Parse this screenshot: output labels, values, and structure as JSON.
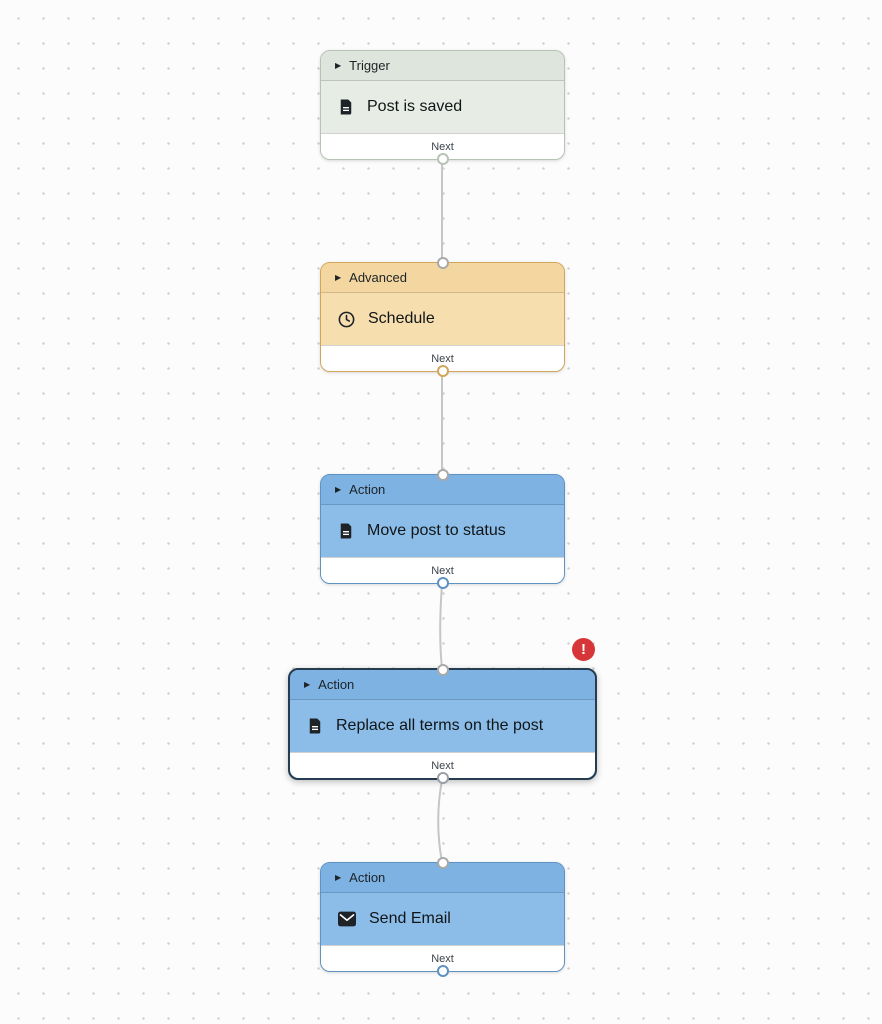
{
  "canvas": {
    "background_color": "#fcfcfc",
    "dot_color": "#d2d2d2"
  },
  "connector_color": "#c6c6c6",
  "error_badge": {
    "symbol": "!",
    "color": "#d63638"
  },
  "nodes": [
    {
      "category": "Trigger",
      "label": "Post is saved",
      "icon": "document-icon",
      "footer_label": "Next",
      "selected": false,
      "has_error": false,
      "colors": {
        "header": "#dde5dc",
        "body": "#e7ece5",
        "border": "#b7c3b5"
      }
    },
    {
      "category": "Advanced",
      "label": "Schedule",
      "icon": "clock-icon",
      "footer_label": "Next",
      "selected": false,
      "has_error": false,
      "colors": {
        "header": "#f4d7a0",
        "body": "#f6deae",
        "border": "#d2a65a"
      }
    },
    {
      "category": "Action",
      "label": "Move post to status",
      "icon": "document-icon",
      "footer_label": "Next",
      "selected": false,
      "has_error": false,
      "colors": {
        "header": "#7db2e2",
        "body": "#8cbde8",
        "border": "#5d92c2"
      }
    },
    {
      "category": "Action",
      "label": "Replace all terms on the post",
      "icon": "document-icon",
      "footer_label": "Next",
      "selected": true,
      "has_error": true,
      "colors": {
        "header": "#7db2e2",
        "body": "#8cbde8",
        "border": "#263c50",
        "port": "#9aa0a6"
      }
    },
    {
      "category": "Action",
      "label": "Send Email",
      "icon": "mail-icon",
      "footer_label": "Next",
      "selected": false,
      "has_error": false,
      "colors": {
        "header": "#7db2e2",
        "body": "#8cbde8",
        "border": "#5d92c2"
      }
    }
  ]
}
